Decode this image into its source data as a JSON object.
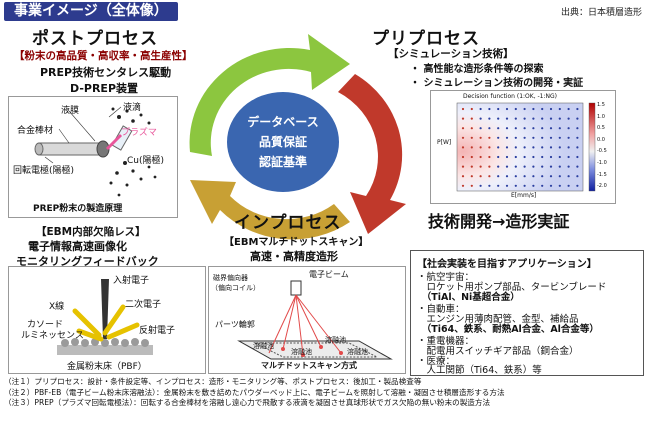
{
  "header": {
    "title": "事業イメージ（全体像）",
    "source": "出典：日本積層造形"
  },
  "center": {
    "line1": "データベース",
    "line2": "品質保証",
    "line3": "認証基準"
  },
  "post_process": {
    "title": "ポストプロセス",
    "subtitle": "【粉末の高品質・高収率・高生産性】",
    "line1": "PREP技術センタレス駆動",
    "line2": "D-PREP装置",
    "diagram_labels": {
      "liquid_drop": "液滴",
      "liquid_film": "液膜",
      "alloy_rod": "合金棒材",
      "plasma": "プラズマ",
      "cu_anode": "Cu(陽極)",
      "rotating_electrode": "回転電極(陽極)"
    },
    "caption": "PREP粉末の製造原理"
  },
  "pre_process": {
    "title": "プリプロセス",
    "subtitle": "【シミュレーション技術】",
    "bullet1": "・ 高性能な造形条件等の探索",
    "bullet2": "・ シミュレーション技術の開発・実証",
    "chart_title": "Decision function (1:OK, -1:NG)",
    "xlabel": "E[mm/s]",
    "ylabel": "P[W]",
    "colorbar_ticks": [
      "1.5",
      "1.0",
      "0.5",
      "0.0",
      "-0.5",
      "-1.0",
      "-1.5",
      "-2.0"
    ]
  },
  "in_process": {
    "title": "インプロセス",
    "left_subtitle": "【EBM内部欠陥レス】",
    "left_line1": "電子情報高速画像化",
    "left_line2": "モニタリングフィードバック",
    "right_subtitle": "【EBMマルチドットスキャン】",
    "right_line1": "高速・高精度造形",
    "pbf_labels": {
      "incident_electron": "入射電子",
      "xray": "X線",
      "secondary_electron": "二次電子",
      "cathode": "カソード",
      "luminescence": "ルミネッセンス",
      "reflected_electron": "反射電子",
      "powder_bed": "金属粉末床（PBF）"
    },
    "scan_labels": {
      "deflector": "磁界偏向器",
      "deflector_coil": "（偏向コイル）",
      "electron_beam": "電子ビーム",
      "parts_outline": "パーツ輪郭",
      "melt_pool_1": "溶融池",
      "melt_pool_2": "溶融池",
      "melt_pool_3": "溶融池",
      "melt_pool_4": "溶融池",
      "caption": "マルチドットスキャン方式"
    }
  },
  "tech_dev": {
    "title": "技術開発→造形実証"
  },
  "applications": {
    "heading": "【社会実装を目指すアプリケーション】",
    "lines": [
      "・航空宇宙：",
      "　ロケット用ポンプ部品、タービンブレード",
      "　（TiAl、Ni基超合金）",
      "・自動車：",
      "　エンジン用薄肉配管、金型、補給品",
      "　（Ti64、鉄系、耐熱Al合金、Al合金等）",
      "・重電機器：",
      "　配電用スイッチギア部品（銅合金）",
      "・医療：",
      "　人工関節（Ti64、鉄系）等"
    ]
  },
  "notes": [
    "（注１）プリプロセス：設計・条件設定等、インプロセス：造形・モニタリング等、ポストプロセス：後加工・製品検査等",
    "（注２）PBF-EB（電子ビーム粉末床溶融法）：金属粉末を敷き詰めたパウダーベッド上に、電子ビームを照射して溶融・凝固させ積層造形する方法",
    "（注３）PREP（プラズマ回転電極法）：回転する合金棒材を溶融し遠心力で飛散する液滴を凝固させ真球形状でガス欠陥の無い粉末の製造方法"
  ],
  "colors": {
    "header_bg": "#2d3b8e",
    "arrow_green": "#8cc63f",
    "arrow_red": "#c0392b",
    "arrow_gold": "#c8a034",
    "center_blue": "#3a66b0",
    "plasma_pink": "#e8559a"
  }
}
